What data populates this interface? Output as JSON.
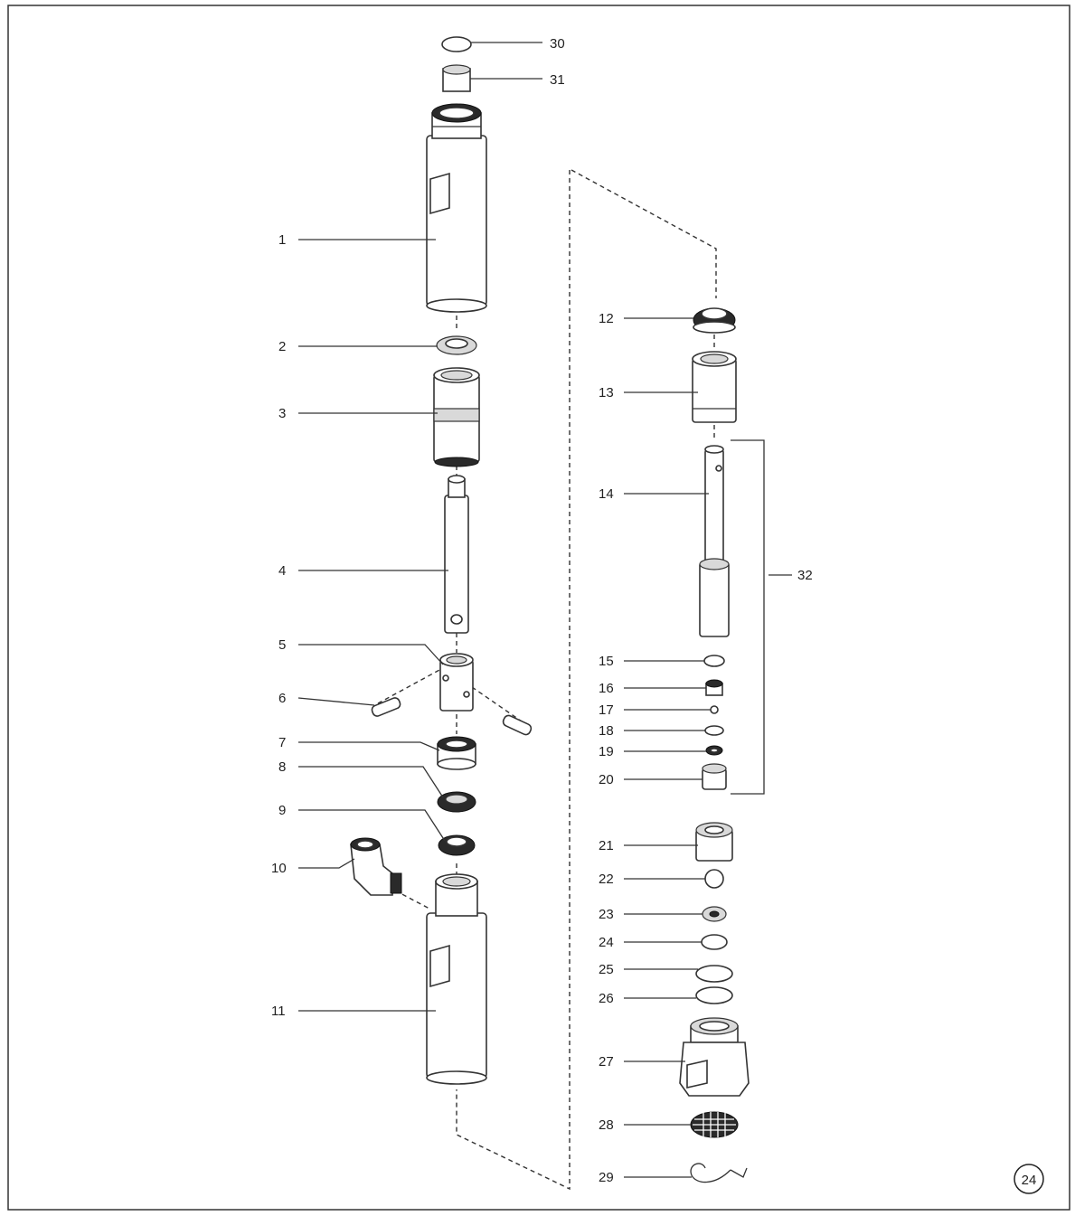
{
  "diagram": {
    "figure_number": "24",
    "callouts": [
      "1",
      "2",
      "3",
      "4",
      "5",
      "6",
      "7",
      "8",
      "9",
      "10",
      "11",
      "12",
      "13",
      "14",
      "15",
      "16",
      "17",
      "18",
      "19",
      "20",
      "21",
      "22",
      "23",
      "24",
      "25",
      "26",
      "27",
      "28",
      "29",
      "30",
      "31",
      "32"
    ]
  },
  "colors": {
    "line": "#333333",
    "shade": "#d9d9d9",
    "background": "#ffffff"
  }
}
